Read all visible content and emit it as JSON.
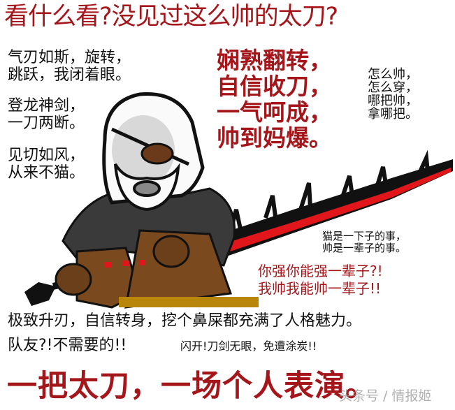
{
  "title": "看什么看?没见过这么帅的太刀?",
  "left_captions": [
    [
      "气刃如斯，旋转，",
      "跳跃，我闭着眼。"
    ],
    [
      "登龙神剑，",
      "一刀两断。"
    ],
    [
      "见切如风，",
      "从来不猫。"
    ]
  ],
  "center_red_lines": [
    "娴熟翻转，",
    "自信收刀，",
    "一气呵成，",
    "帅到妈爆。"
  ],
  "right_small_lines": [
    "怎么帅，",
    "怎么穿，",
    "哪把帅，",
    "拿哪把。"
  ],
  "cat_lines": [
    "猫是一下子的事，",
    "帅是一辈子的事。"
  ],
  "strong_lines": [
    "你强你能强一辈子?!",
    "我帅我能帅一辈子!!"
  ],
  "bottom_black_line1": "极致升刃，自信转身，挖个鼻屎都充满了人格魅力。",
  "bottom_black_line2": "队友?!不需要的!!",
  "bottom_black_line2_small": "闪开!刀剑无眼，免遭涂炭!!",
  "bottom_red_slogan": "一把太刀，一场个人表演。",
  "watermark": "头条号 / 情报姬",
  "illustration": {
    "subject": "cartoon hunter with eyepatch, white hair and beard, fur coat, holding long black-red longsword",
    "icons": [
      "eyepatch-icon",
      "longsword-icon"
    ]
  },
  "colors": {
    "red_text": "#a5161b",
    "black_text": "#111111",
    "fur_dark": "#3a3a3a",
    "coat_brown": "#7a4a1e",
    "blade_red": "#e0161a",
    "gold": "#b8860b"
  }
}
